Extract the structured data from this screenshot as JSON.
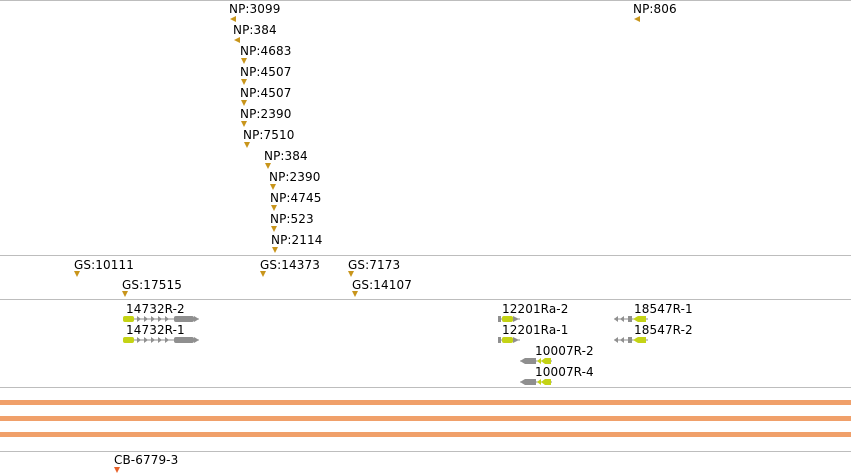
{
  "colors": {
    "separator": "#bdbdbd",
    "track_bar": "#f0a06a",
    "insertion_marker": "#c8951b",
    "gene_intron": "#8c8c8c",
    "gene_exon_grey": "#8f8f8f",
    "gene_exon_highlight": "#c4d315",
    "clone_marker": "#e8622a"
  },
  "np_track": {
    "features": [
      {
        "label": "NP:3099",
        "marker": "triangle-left"
      },
      {
        "label": "NP:384",
        "marker": "triangle-left"
      },
      {
        "label": "NP:4683",
        "marker": "triangle-down"
      },
      {
        "label": "NP:4507",
        "marker": "triangle-down"
      },
      {
        "label": "NP:4507",
        "marker": "triangle-down"
      },
      {
        "label": "NP:2390",
        "marker": "triangle-down"
      },
      {
        "label": "NP:7510",
        "marker": "triangle-down"
      },
      {
        "label": "NP:384",
        "marker": "triangle-down"
      },
      {
        "label": "NP:2390",
        "marker": "triangle-down"
      },
      {
        "label": "NP:4745",
        "marker": "triangle-down"
      },
      {
        "label": "NP:523",
        "marker": "triangle-down"
      },
      {
        "label": "NP:2114",
        "marker": "triangle-down"
      },
      {
        "label": "NP:806",
        "marker": "triangle-left"
      }
    ]
  },
  "gs_track": {
    "features": [
      {
        "label": "GS:10111",
        "marker": "triangle-down"
      },
      {
        "label": "GS:17515",
        "marker": "triangle-down"
      },
      {
        "label": "GS:14373",
        "marker": "triangle-down"
      },
      {
        "label": "GS:7173",
        "marker": "triangle-down"
      },
      {
        "label": "GS:14107",
        "marker": "triangle-down"
      }
    ]
  },
  "gene_track": {
    "features": [
      {
        "label": "14732R-2",
        "strand": "+",
        "highlight": "first-exon"
      },
      {
        "label": "14732R-1",
        "strand": "+",
        "highlight": "first-exon"
      },
      {
        "label": "12201Ra-2",
        "strand": "+",
        "highlight": "first-exon"
      },
      {
        "label": "12201Ra-1",
        "strand": "+",
        "highlight": "first-exon"
      },
      {
        "label": "10007R-2",
        "strand": "-",
        "highlight": "last-exon"
      },
      {
        "label": "10007R-4",
        "strand": "-",
        "highlight": "last-exon"
      },
      {
        "label": "18547R-1",
        "strand": "-",
        "highlight": "last-exon"
      },
      {
        "label": "18547R-2",
        "strand": "-",
        "highlight": "last-exon"
      }
    ]
  },
  "clone_track": {
    "features": [
      {
        "label": "CB-6779-3",
        "marker": "triangle-down"
      }
    ]
  }
}
